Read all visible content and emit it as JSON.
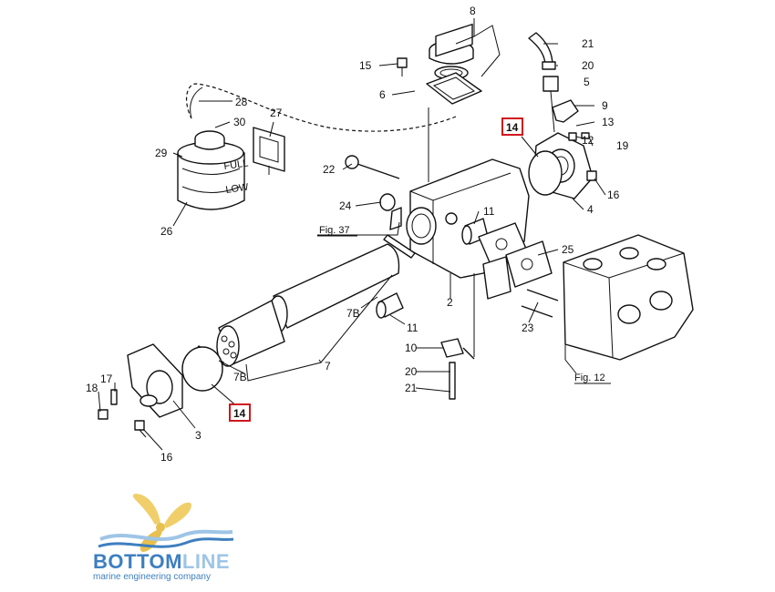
{
  "labels": {
    "l2": "2",
    "l3": "3",
    "l4": "4",
    "l5": "5",
    "l6": "6",
    "l7": "7",
    "l7b_top": "7B",
    "l7b_low": "7B",
    "l8": "8",
    "l9": "9",
    "l10": "10",
    "l11_a": "11",
    "l11_b": "11",
    "l12": "12",
    "l13": "13",
    "l14_a": "14",
    "l14_b": "14",
    "l15": "15",
    "l16_a": "16",
    "l16_b": "16",
    "l17": "17",
    "l18": "18",
    "l19": "19",
    "l20_a": "20",
    "l20_b": "20",
    "l21_a": "21",
    "l21_b": "21",
    "l22": "22",
    "l23": "23",
    "l24": "24",
    "l25": "25",
    "l26": "26",
    "l27": "27",
    "l28": "28",
    "l29": "29",
    "l30": "30"
  },
  "references": {
    "fig37": "Fig. 37",
    "fig12": "Fig. 12"
  },
  "tank_text": {
    "full": "FULL",
    "low": "LOW"
  },
  "brand": {
    "name_a": "BOTTOM",
    "name_b": "LINE",
    "tagline": "marine engineering company"
  },
  "colors": {
    "highlight": "#d0161e",
    "brand_blue": "#3d7fbf",
    "brand_light": "#9ec5e6",
    "brand_gold": "#f0cf6a"
  }
}
